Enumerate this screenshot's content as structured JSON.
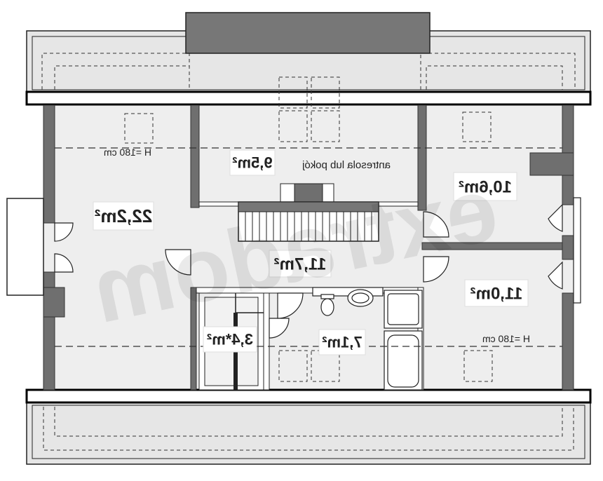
{
  "rooms": [
    {
      "id": "room-a",
      "area": "22,2m²"
    },
    {
      "id": "room-b",
      "area": "9,5m²"
    },
    {
      "id": "room-c",
      "area": "10,6m²"
    },
    {
      "id": "room-d",
      "area": "11,7m²"
    },
    {
      "id": "room-e",
      "area": "11,0m²"
    },
    {
      "id": "room-f",
      "area": "3,4*m²"
    },
    {
      "id": "room-g",
      "area": "7,1m²"
    }
  ],
  "notes": {
    "antresola": "antresola lub pokój",
    "height_left": "H =180 cm",
    "height_right": "H =180 cm"
  },
  "watermark": "extradom",
  "colors": {
    "wall": "#6f6f6f",
    "floor": "#eeeeee",
    "eaves": "#e4e4e4",
    "chimney": "#777777"
  }
}
